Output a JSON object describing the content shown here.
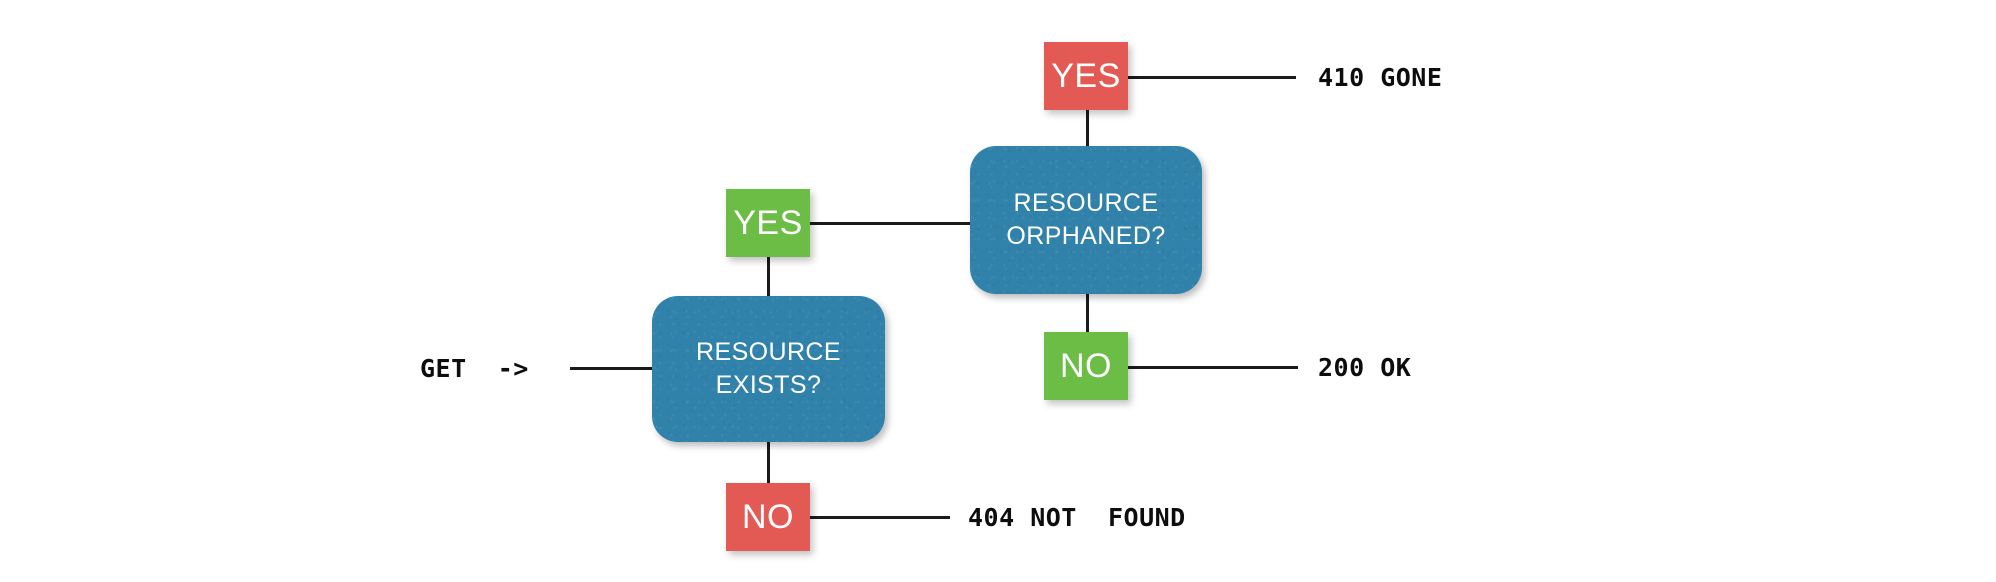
{
  "diagram": {
    "title": "HTTP GET resource resolution flowchart",
    "background_color": "#ffffff",
    "palette": {
      "decision_blue": "#3182ab",
      "yes_green": "#6cbd45",
      "no_red": "#e35a54",
      "line_black": "#1a1a1a",
      "node_text": "#ffffff",
      "mono_text": "#0d0d0d"
    }
  },
  "entry": {
    "label": "GET  ->"
  },
  "nodes": [
    {
      "id": "resource-exists",
      "label": "RESOURCE\nEXISTS?"
    },
    {
      "id": "resource-orphaned",
      "label": "RESOURCE\nORPHANED?"
    }
  ],
  "chips": [
    {
      "id": "exists-yes",
      "label": "YES",
      "color": "#6cbd45"
    },
    {
      "id": "exists-no",
      "label": "NO",
      "color": "#e35a54"
    },
    {
      "id": "orphaned-yes",
      "label": "YES",
      "color": "#e35a54"
    },
    {
      "id": "orphaned-no",
      "label": "NO",
      "color": "#6cbd45"
    }
  ],
  "outcomes": [
    {
      "id": "gone",
      "label": "410 GONE"
    },
    {
      "id": "ok",
      "label": "200 OK"
    },
    {
      "id": "not-found",
      "label": "404 NOT  FOUND"
    }
  ]
}
